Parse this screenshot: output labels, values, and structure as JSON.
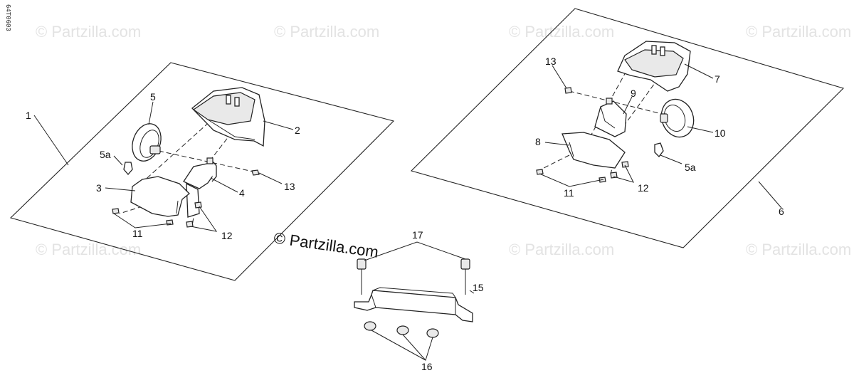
{
  "diagram": {
    "drawing_code": "64T0603",
    "watermark_text": "© Partzilla.com",
    "center_logo": "© Partzilla.com",
    "callouts": {
      "c1": "1",
      "c2": "2",
      "c3": "3",
      "c4": "4",
      "c5": "5",
      "c5a_left": "5a",
      "c11_left": "11",
      "c12_left": "12",
      "c13_left": "13",
      "c6": "6",
      "c7": "7",
      "c8": "8",
      "c9": "9",
      "c10": "10",
      "c5a_right": "5a",
      "c11_right": "11",
      "c12_right": "12",
      "c13_right": "13",
      "c15": "15",
      "c16": "16",
      "c17": "17"
    }
  }
}
